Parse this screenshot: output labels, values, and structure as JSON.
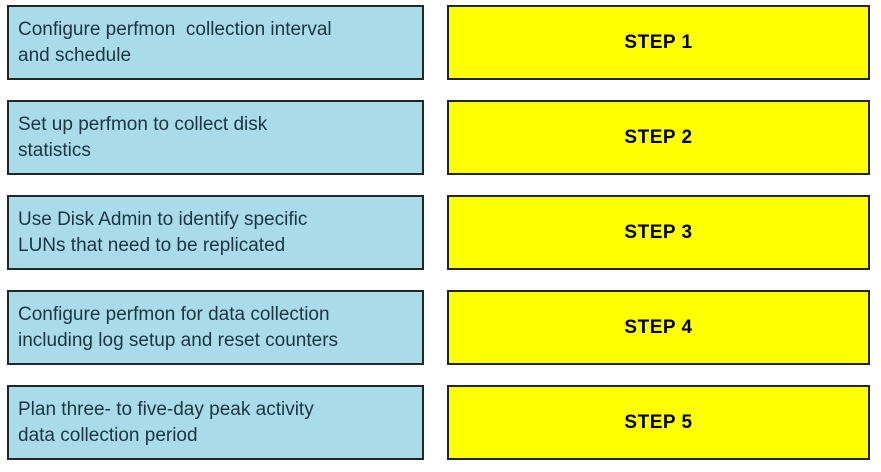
{
  "colors": {
    "task_fill": "#aadbe8",
    "task_text": "#1b3642",
    "step_fill": "#ffff00",
    "step_text": "#000000",
    "box_border": "#20262b"
  },
  "rows": [
    {
      "task": "Configure perfmon  collection interval\nand schedule",
      "step": "STEP 1"
    },
    {
      "task": "Set up perfmon to collect disk\nstatistics",
      "step": "STEP 2"
    },
    {
      "task": "Use Disk Admin to identify specific\nLUNs that need to be replicated",
      "step": "STEP 3"
    },
    {
      "task": "Configure perfmon for data collection\nincluding log setup and reset counters",
      "step": "STEP 4"
    },
    {
      "task": "Plan three- to five-day peak activity\ndata collection period",
      "step": "STEP 5"
    }
  ]
}
